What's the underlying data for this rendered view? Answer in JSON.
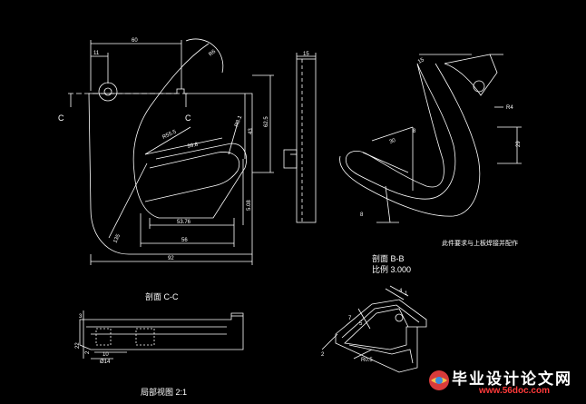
{
  "dimensions": {
    "d60": "60",
    "d11": "11",
    "d15": "15",
    "r_tip": "R6",
    "d62_5": "62.5",
    "d43": "43",
    "d_r8_1": "R8.1",
    "d55_5": "R55.5",
    "d99_8": "99.8",
    "d5_08": "5.08",
    "d53_76": "53.76",
    "d56": "56",
    "d92": "92",
    "d135": "135",
    "d_side_top": "15",
    "d_bb_top": "15",
    "d_bb_r": "R4",
    "d_bb_29": "29",
    "d_bb_30": "30",
    "d_bb_8a": "8",
    "d_bb_8b": "8",
    "d_cc_3": "3",
    "d_cc_22": "22",
    "d_cc_2": "2",
    "d_cc_414": "Ø14",
    "d_cc_10": "10",
    "d_det_7": "7",
    "d_det_5": "5",
    "d_det_4": "4",
    "d_det_2": "2",
    "d_det_1": "1",
    "d_det_r": "R0.5"
  },
  "labels": {
    "section_c_left": "C",
    "section_c_right": "C",
    "view_bb": "剖面 B-B",
    "scale_bb": "比例 3.000",
    "view_cc": "剖面 C-C",
    "detail_scale": "局部视图 2:1",
    "note": "此件要求与上板焊接并配作"
  },
  "watermark": {
    "title": "毕业设计论文网",
    "url": "www.56doc.com"
  },
  "colors": {
    "line": "#ffffff",
    "background": "#000000",
    "watermark_accent": "#ff3a3a"
  }
}
